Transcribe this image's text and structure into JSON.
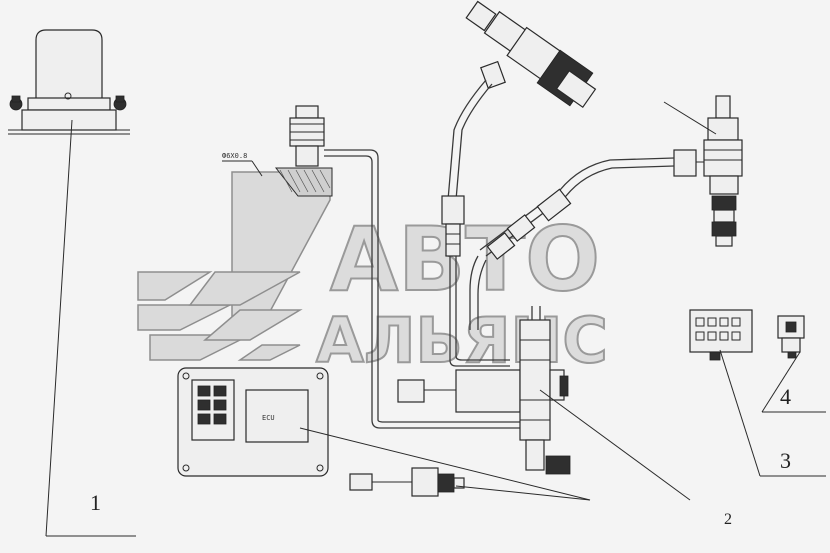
{
  "watermark": {
    "line1": "АВТО",
    "line2": "АЛЬЯНС"
  },
  "callouts": [
    {
      "id": "1",
      "label": "1"
    },
    {
      "id": "2",
      "label": "2"
    },
    {
      "id": "3",
      "label": "3"
    },
    {
      "id": "4",
      "label": "4"
    }
  ],
  "annotations": {
    "small_label_top": "Ф6Х0.8",
    "ecu_label": "ECU"
  },
  "colors": {
    "line": "#2a2a2a",
    "background": "#f4f4f4",
    "watermark_fill": "#dcdcdc",
    "watermark_stroke": "#9a9a9a"
  }
}
